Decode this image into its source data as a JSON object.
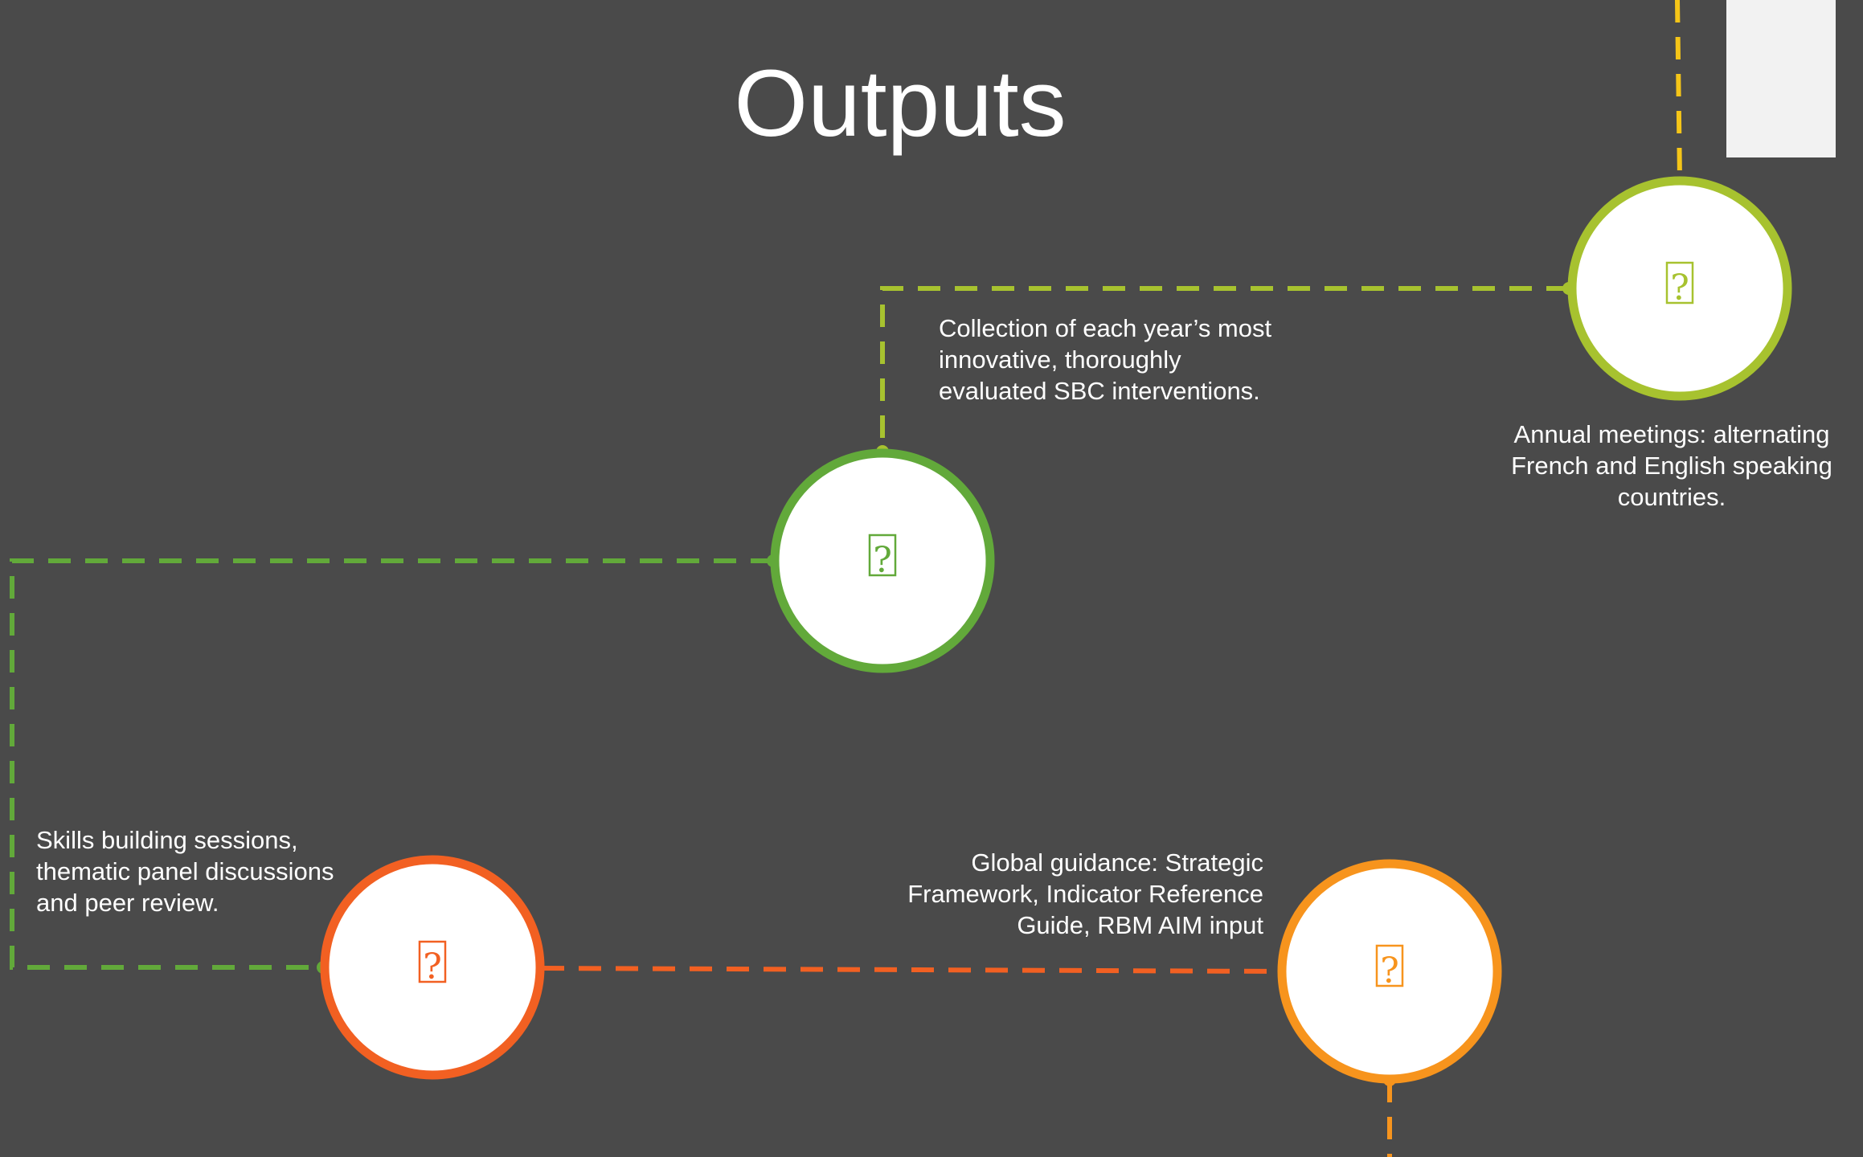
{
  "title": "Outputs",
  "colors": {
    "background": "#4a4a4a",
    "lime": "#a7c22f",
    "green": "#62a93a",
    "orange_red": "#f26022",
    "orange": "#f7941d",
    "yellow": "#f5c518",
    "node_fill": "#ffffff"
  },
  "nodes": [
    {
      "id": "annual-meetings",
      "icon": "missing-glyph-icon",
      "glyph": "?",
      "color": "#a7c22f"
    },
    {
      "id": "collection",
      "icon": "missing-glyph-icon",
      "glyph": "?",
      "color": "#62a93a"
    },
    {
      "id": "skills",
      "icon": "missing-glyph-icon",
      "glyph": "?",
      "color": "#f26022"
    },
    {
      "id": "global-guidance",
      "icon": "missing-glyph-icon",
      "glyph": "?",
      "color": "#f7941d"
    }
  ],
  "labels": {
    "collection": [
      "Collection of each year’s most",
      "innovative, thoroughly",
      "evaluated SBC interventions."
    ],
    "annual": [
      "Annual meetings: alternating",
      "French and English speaking",
      "countries."
    ],
    "skills": [
      "Skills building sessions,",
      "thematic panel discussions",
      "and peer review."
    ],
    "global": [
      "Global guidance: Strategic",
      "Framework, Indicator Reference",
      "Guide, RBM AIM input"
    ]
  }
}
